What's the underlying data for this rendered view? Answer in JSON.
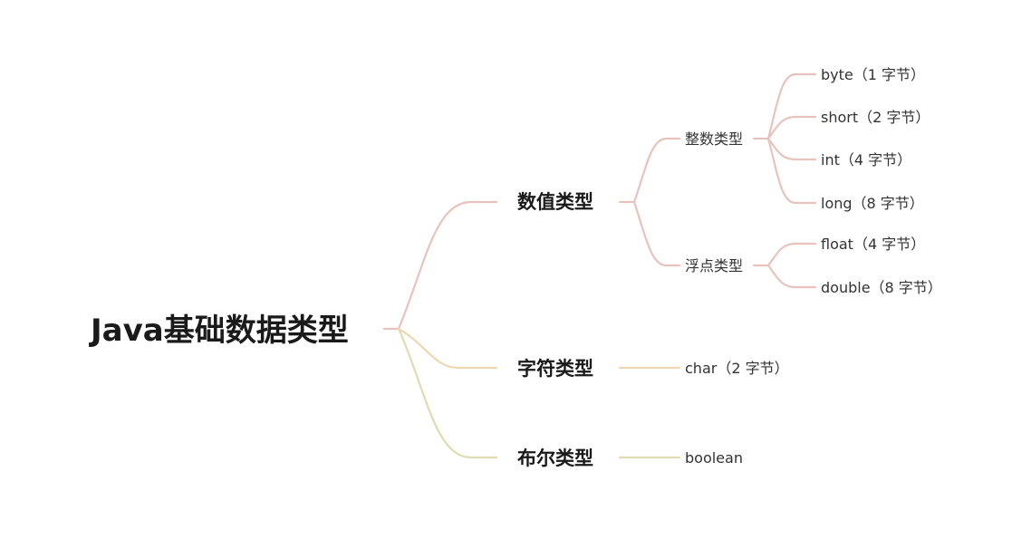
{
  "colors": {
    "numeric": "#e8c3bd",
    "char": "#efd6b4",
    "bool": "#dfdcb3",
    "text_dark": "#1a1a1a",
    "text_normal": "#333333",
    "background": "#ffffff"
  },
  "mindmap": {
    "root": "Java基础数据类型",
    "numeric": {
      "label": "数值类型",
      "integer": {
        "label": "整数类型",
        "byte": "byte（1 字节）",
        "short": "short（2 字节）",
        "int": "int（4 字节）",
        "long": "long（8 字节）"
      },
      "float": {
        "label": "浮点类型",
        "float": "float（4 字节）",
        "double": "double（8 字节）"
      }
    },
    "char": {
      "label": "字符类型",
      "char": "char（2 字节）"
    },
    "bool": {
      "label": "布尔类型",
      "boolean": "boolean"
    }
  }
}
